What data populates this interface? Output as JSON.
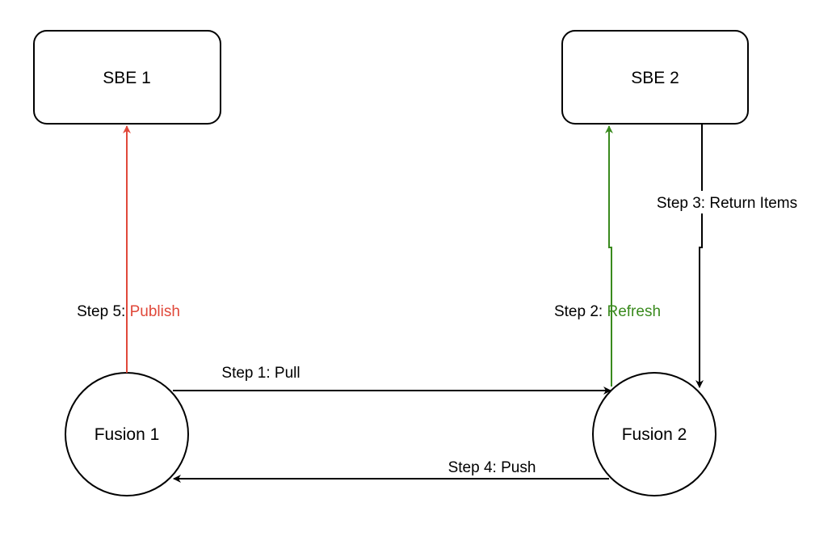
{
  "colors": {
    "default": "#000000",
    "publish": "#e0483a",
    "refresh": "#3a8a1e"
  },
  "nodes": {
    "sbe1": {
      "label": "SBE 1",
      "shape": "rounded-rectangle"
    },
    "sbe2": {
      "label": "SBE 2",
      "shape": "rounded-rectangle"
    },
    "fusion1": {
      "label": "Fusion 1",
      "shape": "circle"
    },
    "fusion2": {
      "label": "Fusion 2",
      "shape": "circle"
    }
  },
  "edges": {
    "pull": {
      "from": "Fusion 1",
      "to": "Fusion 2",
      "label": "Step 1: Pull"
    },
    "refresh": {
      "from": "Fusion 2",
      "to": "SBE 2",
      "prefix": "Step 2: ",
      "action": "Refresh"
    },
    "return_items": {
      "from": "SBE 2",
      "to": "Fusion 2",
      "label": "Step 3: Return Items"
    },
    "push": {
      "from": "Fusion 2",
      "to": "Fusion 1",
      "label": "Step 4: Push"
    },
    "publish": {
      "from": "Fusion 1",
      "to": "SBE 1",
      "prefix": "Step 5: ",
      "action": "Publish"
    }
  }
}
